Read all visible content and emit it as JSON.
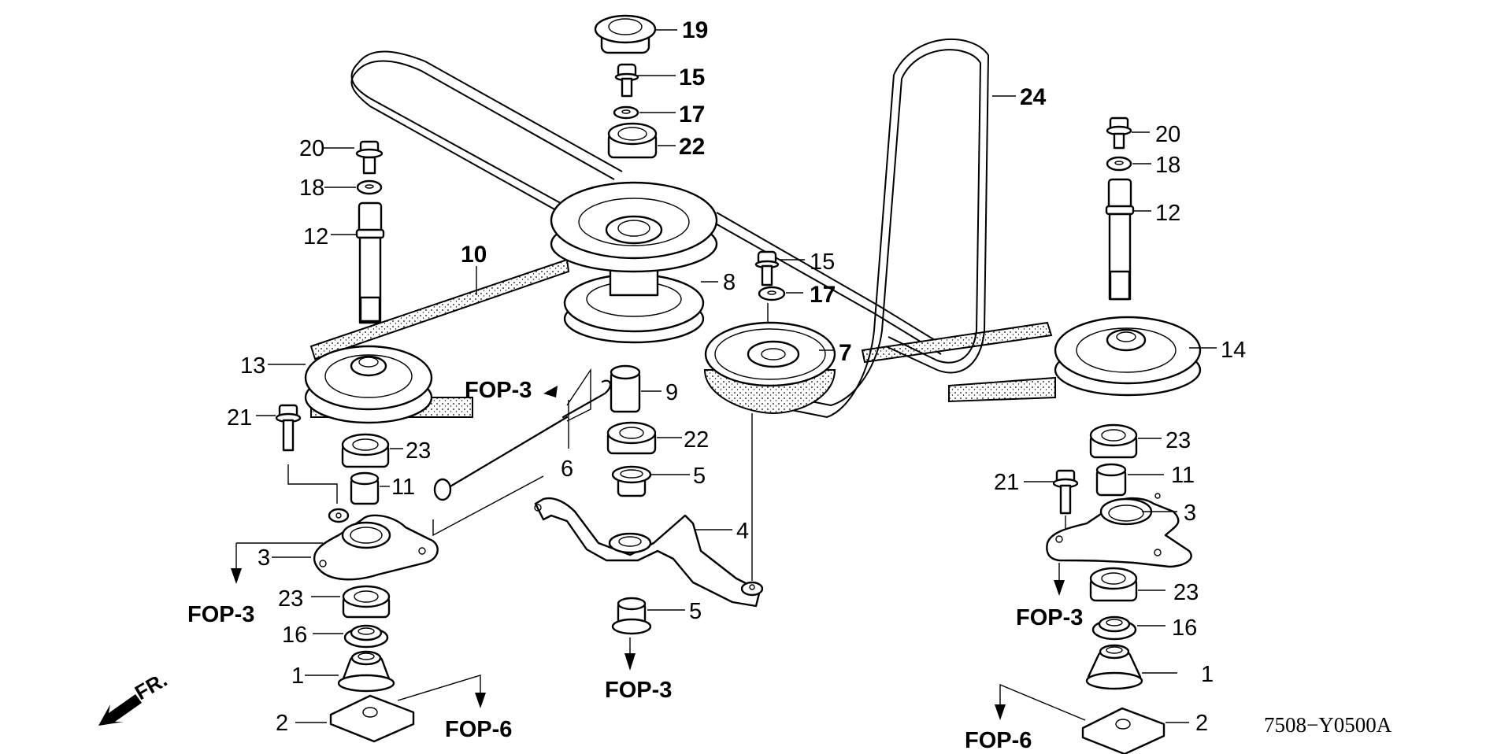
{
  "diagram": {
    "type": "exploded-parts-view",
    "subject": "Mower deck pulley / belt assembly",
    "drawing_code": "7508−Y0500A",
    "front_indicator": "FR.",
    "part_callouts": [
      {
        "id": "1",
        "label": "1"
      },
      {
        "id": "2",
        "label": "2"
      },
      {
        "id": "3",
        "label": "3"
      },
      {
        "id": "4",
        "label": "4"
      },
      {
        "id": "5",
        "label": "5"
      },
      {
        "id": "6",
        "label": "6"
      },
      {
        "id": "7",
        "label": "7"
      },
      {
        "id": "8",
        "label": "8"
      },
      {
        "id": "9",
        "label": "9"
      },
      {
        "id": "10",
        "label": "10"
      },
      {
        "id": "11",
        "label": "11"
      },
      {
        "id": "12",
        "label": "12"
      },
      {
        "id": "13",
        "label": "13"
      },
      {
        "id": "14",
        "label": "14"
      },
      {
        "id": "15",
        "label": "15"
      },
      {
        "id": "16",
        "label": "16"
      },
      {
        "id": "17",
        "label": "17"
      },
      {
        "id": "18",
        "label": "18"
      },
      {
        "id": "19",
        "label": "19"
      },
      {
        "id": "20",
        "label": "20"
      },
      {
        "id": "21",
        "label": "21"
      },
      {
        "id": "22",
        "label": "22"
      },
      {
        "id": "23",
        "label": "23"
      },
      {
        "id": "24",
        "label": "24"
      }
    ],
    "references": {
      "fop3": "FOP-3",
      "fop6": "FOP-6"
    }
  }
}
